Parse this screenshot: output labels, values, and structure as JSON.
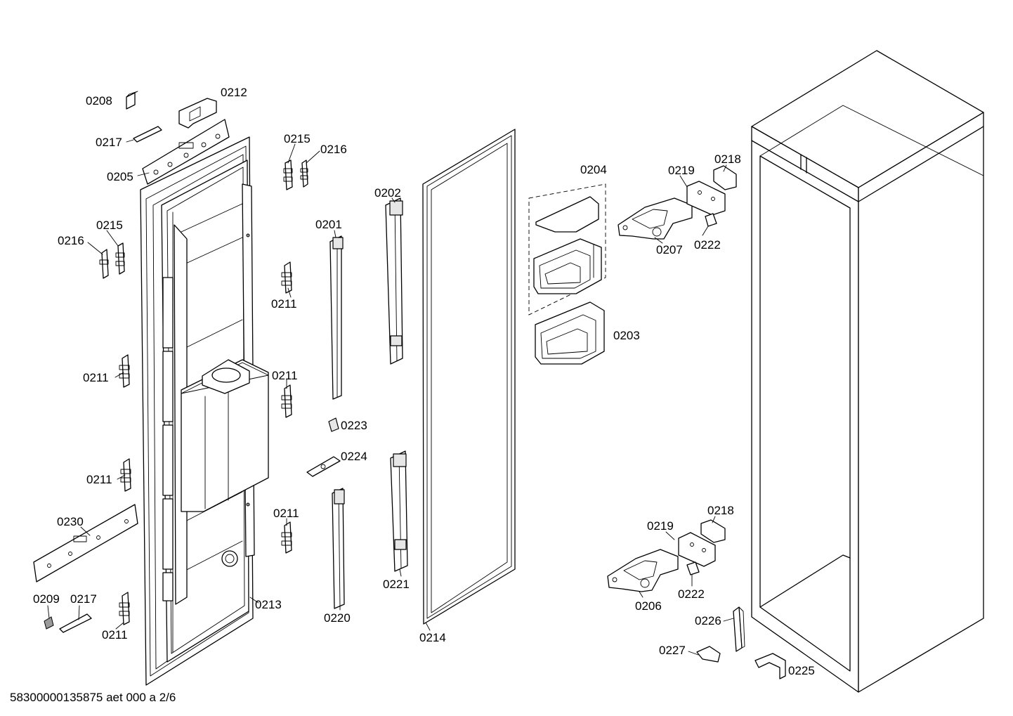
{
  "diagram": {
    "labels": {
      "p0208": "0208",
      "p0212": "0212",
      "p0217a": "0217",
      "p0205": "0205",
      "p0215a": "0215",
      "p0216a": "0216",
      "p0215b": "0215",
      "p0216b": "0216",
      "p0211a": "0211",
      "p0211b": "0211",
      "p0211c": "0211",
      "p0211d": "0211",
      "p0211e": "0211",
      "p0211f": "0211",
      "p0230": "0230",
      "p0209": "0209",
      "p0217b": "0217",
      "p0213": "0213",
      "p0201": "0201",
      "p0202": "0202",
      "p0223": "0223",
      "p0224": "0224",
      "p0220": "0220",
      "p0221": "0221",
      "p0214": "0214",
      "p0204": "0204",
      "p0203": "0203",
      "p0219a": "0219",
      "p0218a": "0218",
      "p0207": "0207",
      "p0222a": "0222",
      "p0219b": "0219",
      "p0218b": "0218",
      "p0206": "0206",
      "p0222b": "0222",
      "p0226": "0226",
      "p0227": "0227",
      "p0225": "0225"
    },
    "footer": "58300000135875 aet 000 a 2/6"
  }
}
